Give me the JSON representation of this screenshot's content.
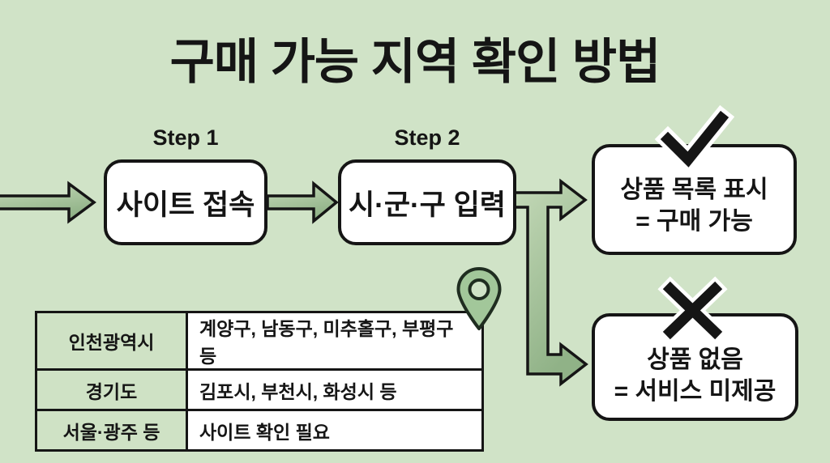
{
  "title": "구매 가능 지역 확인 방법",
  "steps": {
    "step1_label": "Step 1",
    "step2_label": "Step 2",
    "box1_text": "사이트 접속",
    "box2_text": "시·군·구 입력"
  },
  "outcomes": {
    "success_line1": "상품 목록 표시",
    "success_line2": "= 구매 가능",
    "fail_line1": "상품 없음",
    "fail_line2": "= 서비스 미제공"
  },
  "region_table": {
    "rows": [
      {
        "region": "인천광역시",
        "areas": "계양구, 남동구, 미추홀구, 부평구 등"
      },
      {
        "region": "경기도",
        "areas": "김포시, 부천시, 화성시 등"
      },
      {
        "region": "서울·광주 등",
        "areas": "사이트 확인 필요"
      }
    ]
  },
  "icons": {
    "check": "check-icon",
    "cross": "x-icon",
    "pin": "location-pin-icon",
    "arrow": "flow-arrow"
  },
  "colors": {
    "background": "#d0e3c7",
    "ink": "#151515",
    "box_bg": "#ffffff",
    "arrow_light": "#c4d9b8",
    "arrow_dark": "#90b287",
    "pin_fill": "#a2c79a",
    "pin_hole": "#d0e3c7",
    "pin_outline": "#1f2d20",
    "table_region_bg": "#cfe2c5"
  }
}
